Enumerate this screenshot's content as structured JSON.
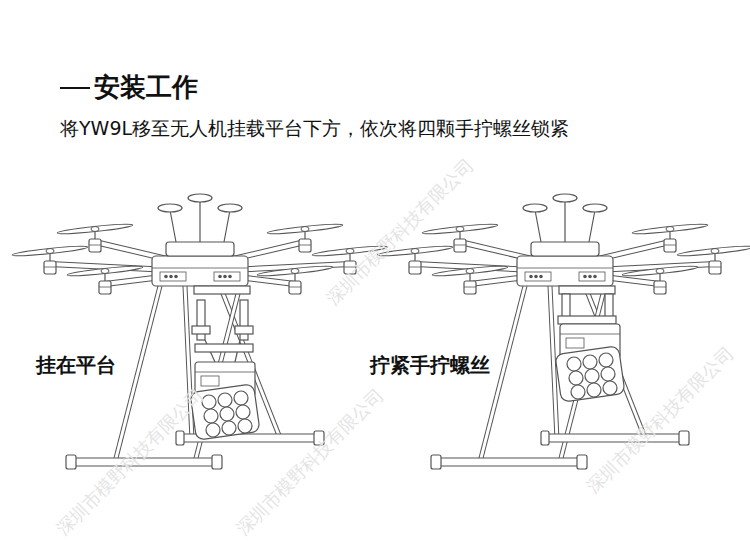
{
  "diagram": {
    "title": "安装工作",
    "labels": [
      "将YW9L移至无人机挂载平台下方，依次将四颗手拧螺丝锁紧",
      "挂在平台",
      "拧紧手拧螺丝",
      "深圳市模野科技有限公司",
      "深圳市模野科技有限公司",
      "深圳市模野科技有限公司",
      "深圳市模野科技有限公司"
    ]
  }
}
